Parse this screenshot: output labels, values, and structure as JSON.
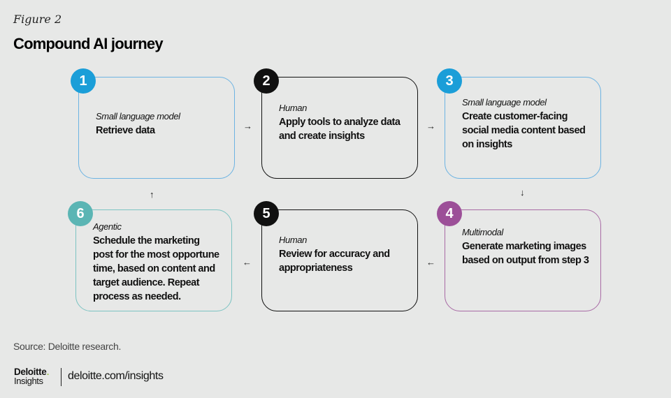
{
  "figure_label": "Figure 2",
  "title": "Compound AI journey",
  "steps": [
    {
      "number": "1",
      "kind": "Small language model",
      "text": "Retrieve data",
      "color": "#1b9ed8"
    },
    {
      "number": "2",
      "kind": "Human",
      "text": "Apply tools to analyze data and create insights",
      "color": "#111111"
    },
    {
      "number": "3",
      "kind": "Small language model",
      "text": "Create customer-facing social media content based on insights",
      "color": "#1b9ed8"
    },
    {
      "number": "4",
      "kind": "Multimodal",
      "text": "Generate marketing images based on output from step 3",
      "color": "#9c4f98"
    },
    {
      "number": "5",
      "kind": "Human",
      "text": "Review for accuracy and appropriateness",
      "color": "#111111"
    },
    {
      "number": "6",
      "kind": "Agentic",
      "text": "Schedule the marketing post for the most opportune time, based on content and target audience. Repeat process as needed.",
      "color": "#5bb5b4"
    }
  ],
  "arrows": {
    "right": "→",
    "left": "←",
    "down": "↓",
    "up": "↑"
  },
  "source": "Source: Deloitte research.",
  "logo": {
    "brand": "Deloitte",
    "dot": ".",
    "sub": "Insights"
  },
  "url": "deloitte.com/insights"
}
